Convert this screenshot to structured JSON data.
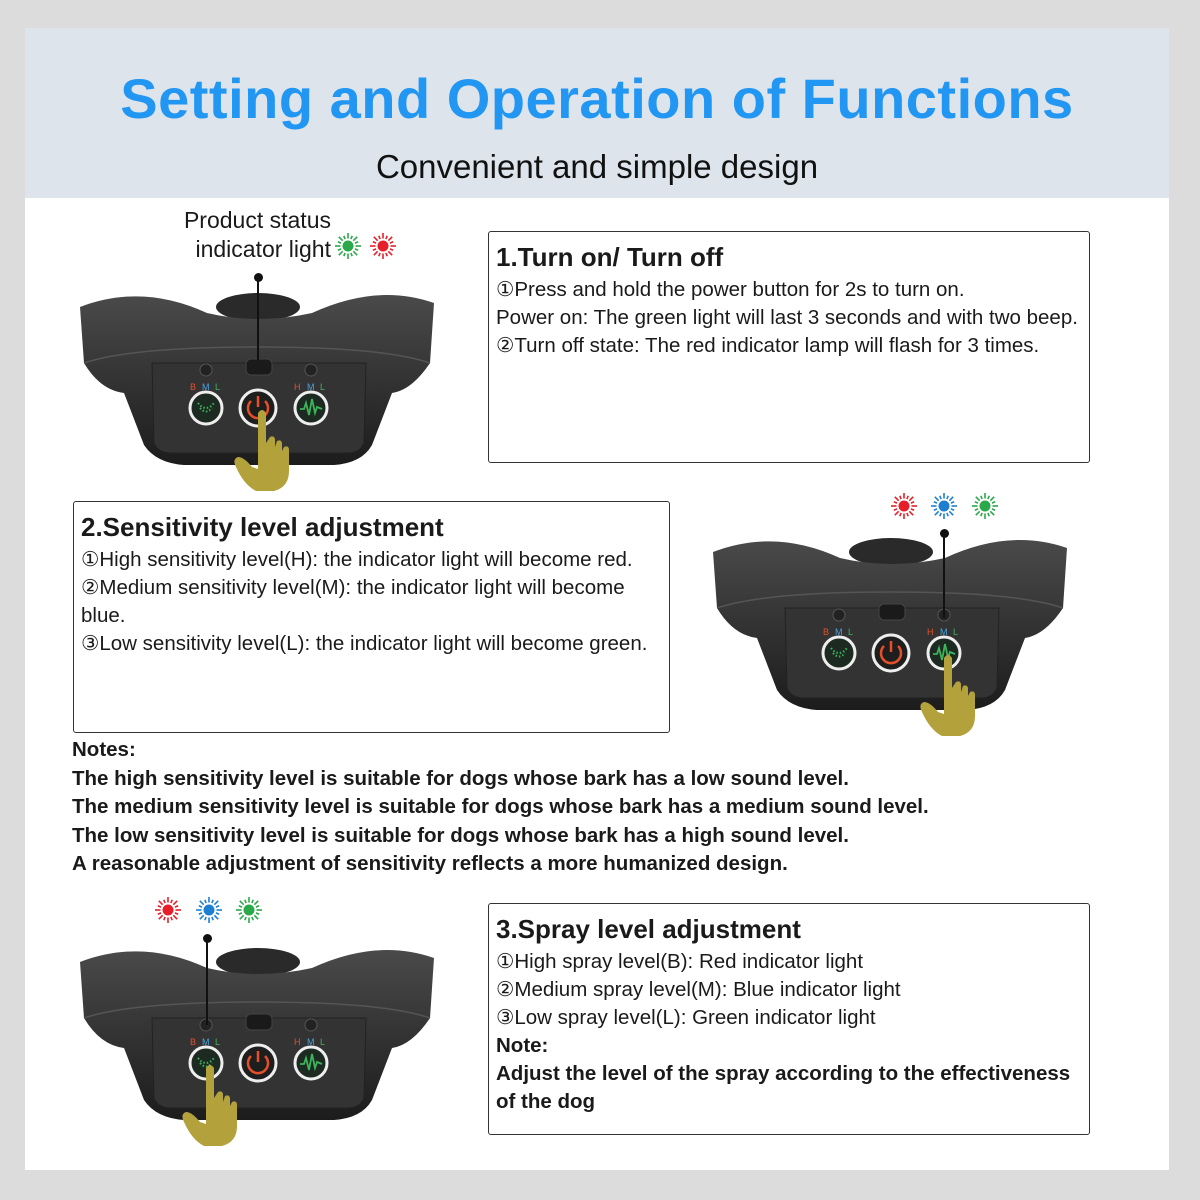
{
  "header": {
    "title": "Setting and Operation of Functions",
    "subtitle": "Convenient and simple design"
  },
  "indicator_label": [
    "Product status",
    "indicator light"
  ],
  "device_labels": {
    "left": [
      "B",
      "M",
      "L"
    ],
    "right": [
      "H",
      "M",
      "L"
    ]
  },
  "colors": {
    "red": "#e5202a",
    "blue": "#1e7fd0",
    "green": "#2aa84a",
    "title": "#2196f3",
    "finger": "#b3a23c"
  },
  "section1": {
    "heading": "1.Turn on/ Turn off",
    "lines": [
      "①Press and hold the power button for 2s to turn on.",
      "Power on: The green light will last 3 seconds and with two beep.",
      "②Turn off state: The red indicator lamp will flash for 3 times."
    ]
  },
  "section2": {
    "heading": "2.Sensitivity level adjustment",
    "lines": [
      "①High sensitivity level(H): the indicator light will become red.",
      "②Medium sensitivity level(M): the indicator light will become blue.",
      "③Low sensitivity level(L): the indicator light will become green."
    ]
  },
  "notes": {
    "heading": "Notes:",
    "lines": [
      "The high sensitivity level is suitable for dogs whose bark has a low sound level.",
      "The medium sensitivity level is suitable for dogs whose bark has a medium sound level.",
      "The low sensitivity level is suitable for dogs whose bark has a high sound level.",
      "A reasonable adjustment of sensitivity reflects a more humanized design."
    ]
  },
  "section3": {
    "heading": "3.Spray level adjustment",
    "lines": [
      "①High spray level(B): Red indicator light",
      "②Medium spray level(M): Blue indicator light",
      "③Low spray level(L): Green indicator light"
    ],
    "note_heading": "Note:",
    "note_text": "Adjust the level of the spray according to the effectiveness of the dog"
  }
}
